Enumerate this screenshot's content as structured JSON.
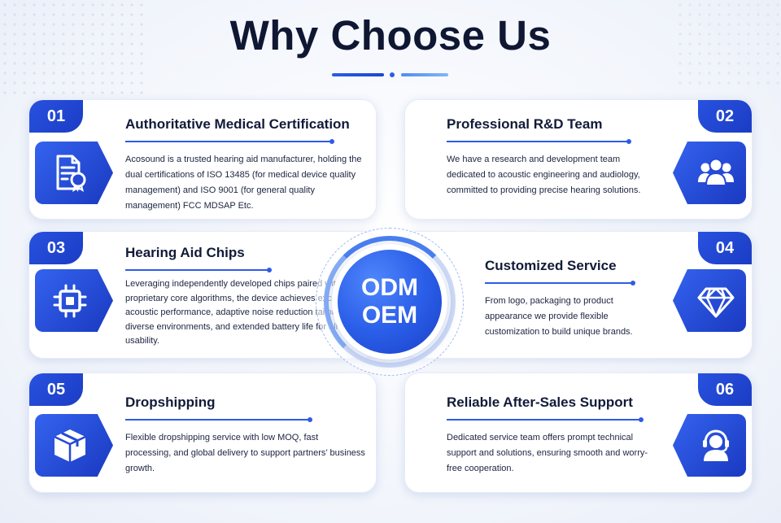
{
  "title": "Why Choose Us",
  "center": {
    "line1": "ODM",
    "line2": "OEM"
  },
  "colors": {
    "accent": "#2852e0",
    "accent_dark": "#1b3cc4",
    "title": "#0f1733"
  },
  "cards": [
    {
      "number": "01",
      "title": "Authoritative Medical Certification",
      "icon": "certificate-icon",
      "description": "Acosound is a trusted hearing aid manufacturer, holding the dual certifications of ISO 13485 (for medical device quality management) and ISO 9001 (for general quality management) FCC MDSAP Etc."
    },
    {
      "number": "02",
      "title": "Professional R&D Team",
      "icon": "team-icon",
      "description": "We have a research and development team dedicated to acoustic engineering and audiology, committed to providing precise hearing solutions."
    },
    {
      "number": "03",
      "title": "Hearing Aid Chips",
      "icon": "chip-icon",
      "description": "Leveraging independently developed chips paired with proprietary core algorithms, the device achieves exceptional acoustic performance, adaptive noise reduction tailored to diverse environments, and extended battery life for all-day usability."
    },
    {
      "number": "04",
      "title": "Customized Service",
      "icon": "diamond-icon",
      "description": "From logo, packaging to product appearance we provide flexible customization to build unique brands."
    },
    {
      "number": "05",
      "title": "Dropshipping",
      "icon": "package-box-icon",
      "description": "Flexible dropshipping service with low MOQ, fast processing, and global delivery to support partners’ business growth."
    },
    {
      "number": "06",
      "title": "Reliable After-Sales Support",
      "icon": "headset-support-icon",
      "description": "Dedicated service team offers prompt technical support and solutions, ensuring smooth and worry-free cooperation."
    }
  ]
}
